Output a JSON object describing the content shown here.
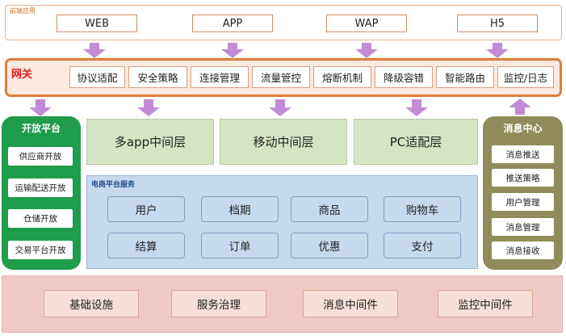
{
  "frontend": {
    "title": "前端应用",
    "items": [
      "WEB",
      "APP",
      "WAP",
      "H5"
    ]
  },
  "gateway": {
    "title": "网关",
    "items": [
      "协议适配",
      "安全策略",
      "连接管理",
      "流量管控",
      "熔断机制",
      "降级容错",
      "智能路由",
      "监控/日志"
    ]
  },
  "open_platform": {
    "title": "开放平台",
    "items": [
      "供应商开放",
      "运输配送开放",
      "仓储开放",
      "交易平台开放"
    ]
  },
  "middle_layers": [
    "多app中间层",
    "移动中间层",
    "PC适配层"
  ],
  "ecommerce": {
    "title": "电商平台服务",
    "row1": [
      "用户",
      "档期",
      "商品",
      "购物车"
    ],
    "row2": [
      "结算",
      "订单",
      "优惠",
      "支付"
    ]
  },
  "message_center": {
    "title": "消息中心",
    "items": [
      "消息推送",
      "推送策略",
      "用户管理",
      "消息管理",
      "消息接收"
    ]
  },
  "infrastructure": {
    "items": [
      "基础设施",
      "服务治理",
      "消息中间件",
      "监控中间件"
    ]
  },
  "colors": {
    "gateway_border": "#e07c35",
    "gateway_fill": "#fce9df",
    "open_platform": "#1f9d4a",
    "middle_layer": "#d5e5c4",
    "ecommerce": "#c7d9ee",
    "message_center": "#8f8c5a",
    "infrastructure": "#f2c9c9",
    "arrow": "#c38bd6"
  }
}
